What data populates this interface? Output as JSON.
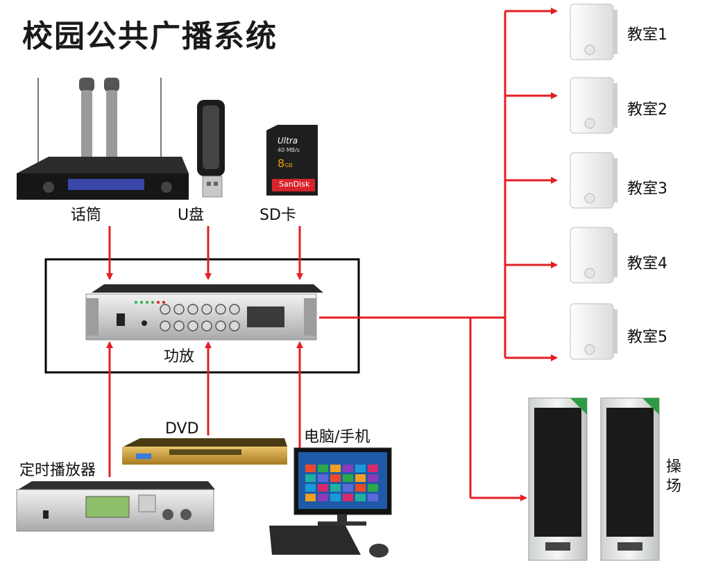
{
  "title": "校园公共广播系统",
  "colors": {
    "arrow": "#e31e24",
    "box": "#000000"
  },
  "sources": {
    "mic": "话筒",
    "usb": "U盘",
    "sd": "SD卡"
  },
  "sd_card": {
    "model": "Ultra",
    "speed": "40 MB/s",
    "capacity": "8",
    "unit": "GB",
    "brand": "SanDisk"
  },
  "amplifier": {
    "label": "功放"
  },
  "inputs_bottom": {
    "timer": "定时播放器",
    "dvd": "DVD",
    "pc": "电脑/手机"
  },
  "classrooms": [
    "教室1",
    "教室2",
    "教室3",
    "教室4",
    "教室5"
  ],
  "playground": "操场"
}
